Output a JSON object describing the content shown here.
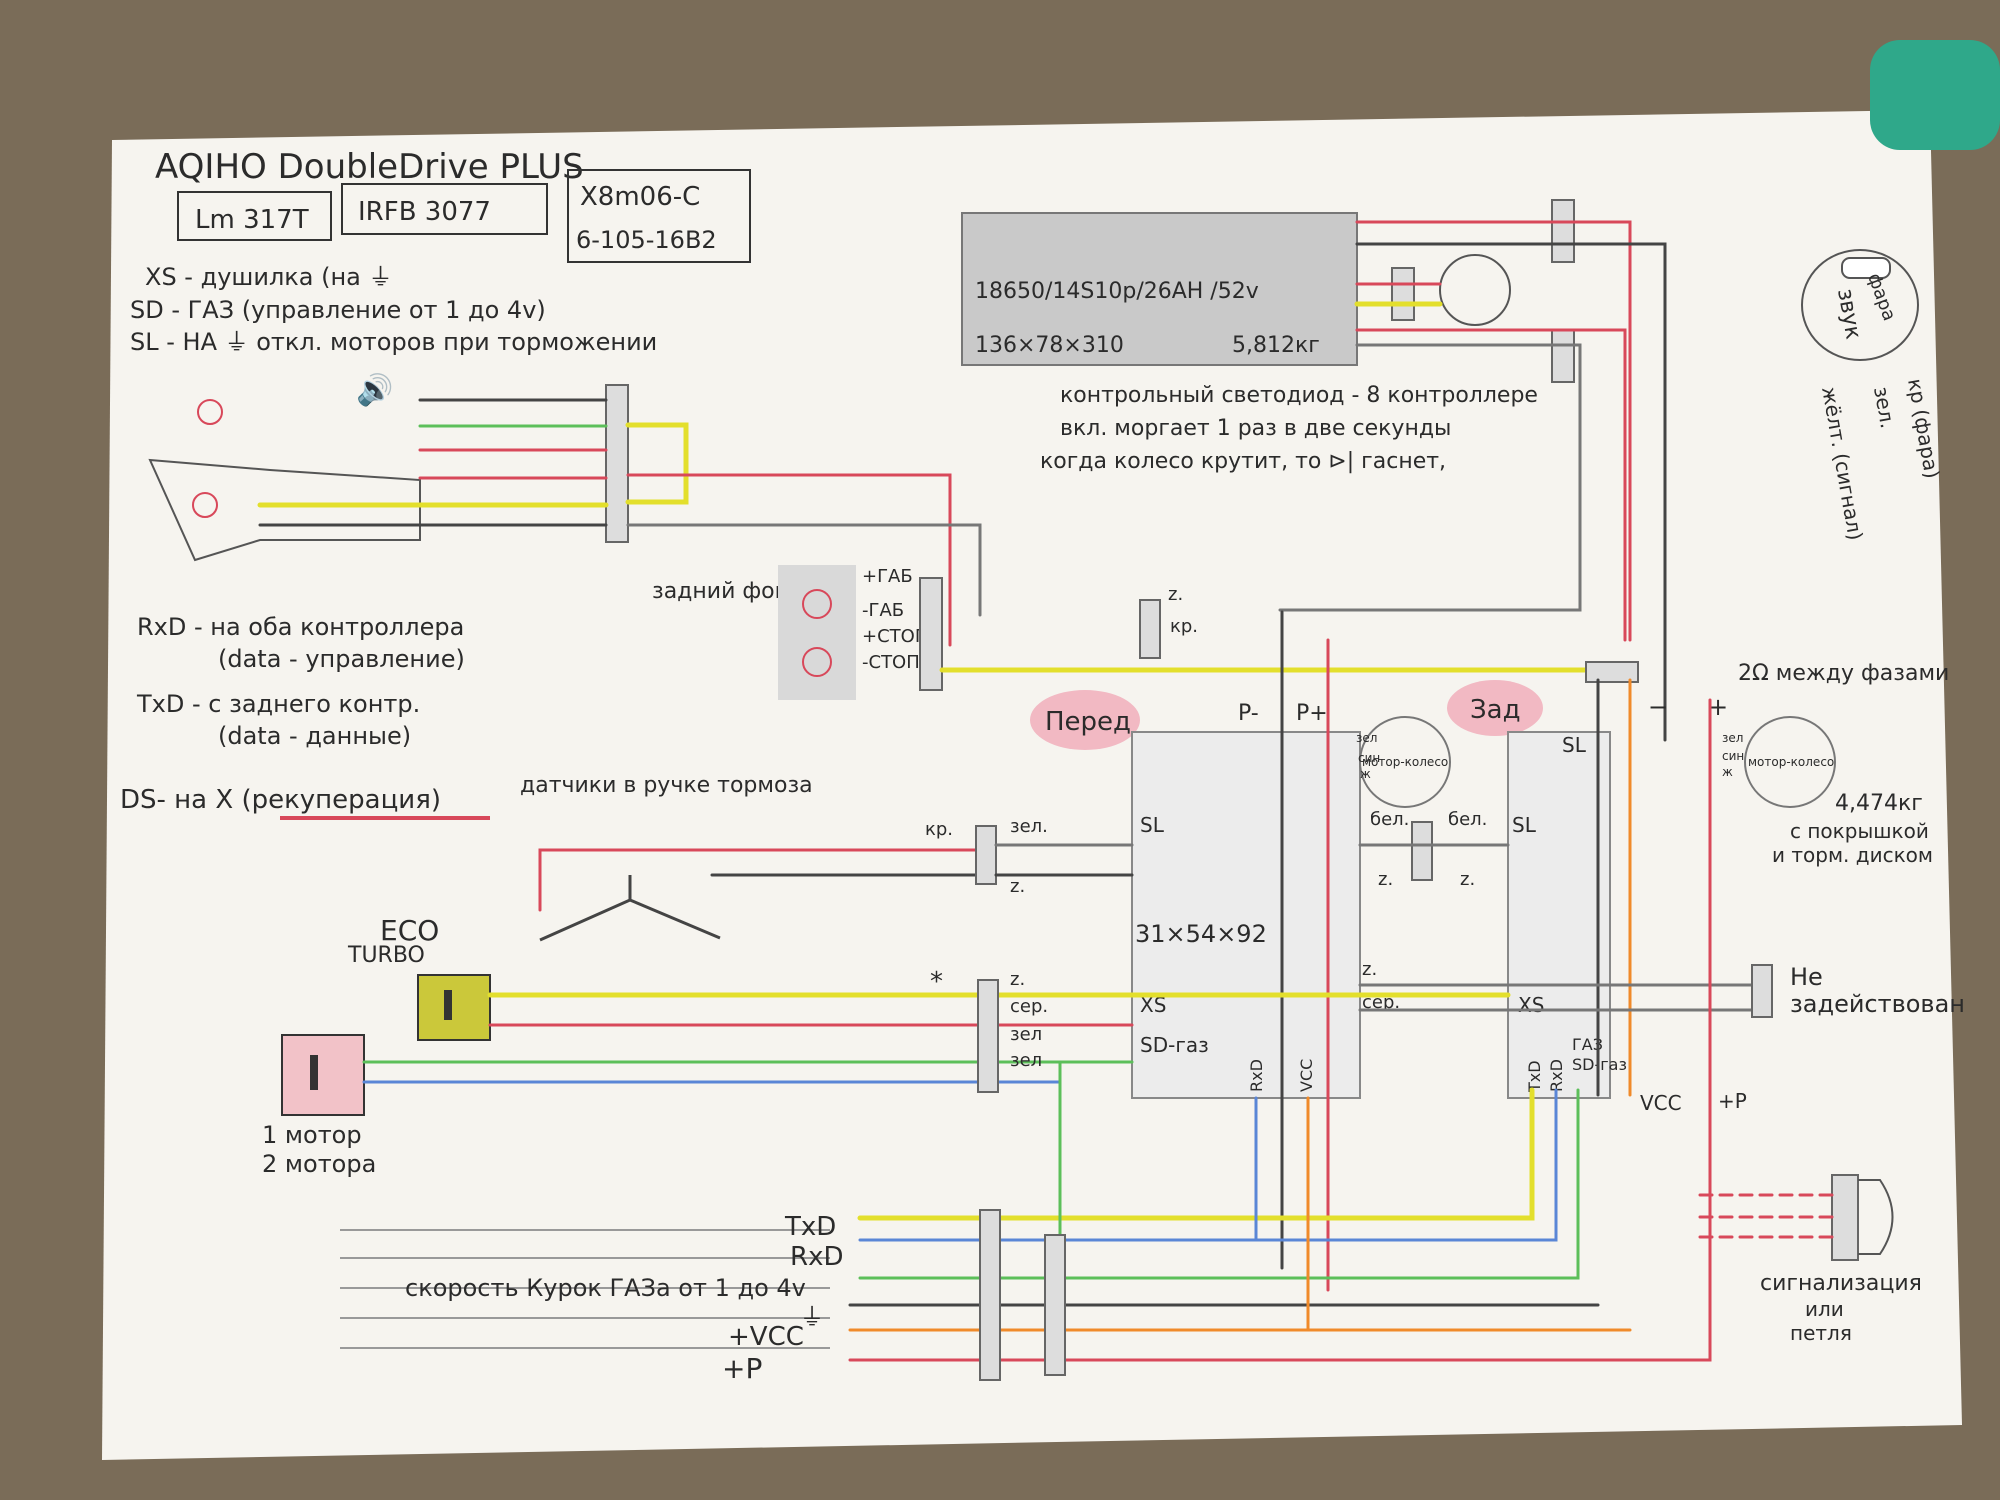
{
  "title": "AQIHO DoubleDrive PLUS",
  "parts": {
    "lm": "Lm 317T",
    "irfb": "IRFB 3077",
    "x8": "X8m06-C",
    "code": "6-105-16B2"
  },
  "legend_top": [
    "XS - душилка (на ⏚",
    "SD - ГАЗ (управление от 1 до 4v)",
    "SL - НА ⏚ откл. моторов при торможении"
  ],
  "battery": {
    "line1": "18650/14S10p/26AH /52v",
    "line2": "136×78×310",
    "weight": "5,812кг"
  },
  "led_note": [
    "контрольный светодиод - 8 контроллере",
    "вкл. моргает 1 раз в две секунды",
    "когда колесо крутит, то ⊳| гаснет,"
  ],
  "rear_light": {
    "label": "задний фонарь",
    "pins": [
      "+ГАБ",
      "-ГАБ",
      "+СТОП",
      "-СТОП"
    ]
  },
  "rx_tx_notes": [
    "RxD - на оба контроллера",
    "(data - управление)",
    "TxD - с заднего контр.",
    "(data - данные)"
  ],
  "ds_note": "DS- на X (рекуперация)",
  "brake_note": "датчики в ручке тормоза",
  "front_label": "Перед",
  "rear_label": "Зад",
  "controller_size": "31×54×92",
  "p_minus": "P-",
  "p_plus": "P+",
  "motor_label": "мотор-колесо",
  "motor_phases": [
    "зел",
    "син",
    "ж"
  ],
  "phase_note": "2Ω между фазами",
  "wheel_weight": [
    "4,474кг",
    "с покрышкой",
    "и торм. диском"
  ],
  "not_used": [
    "Не",
    "задействован"
  ],
  "eco": "ECO",
  "turbo": "TURBO",
  "motors_note": [
    "1 мотор",
    "2 мотора"
  ],
  "signal_note": [
    "сигнализация",
    "или",
    "петля"
  ],
  "horn_labels": [
    "фара",
    "звук",
    "кр (фара)",
    "жёлт. (сигнал)",
    "зел."
  ],
  "wire_labels": {
    "kr": "кр.",
    "zel": "зел.",
    "z": "z.",
    "ser": "сер.",
    "zel2": "зел",
    "zel3": "зел",
    "bel": "бел.",
    "bel2": "бел.",
    "star": "*"
  },
  "ctrl_pins": {
    "sl": "SL",
    "xs": "XS",
    "sd": "SD-газ",
    "rxd": "RxD",
    "vcc": "VCC",
    "txd": "TxD",
    "gaz": "ГАЗ",
    "pplus": "+P"
  },
  "bus_lines": [
    "TxD",
    "RxD",
    "скорость Курок ГАЗа от 1 до 4v",
    "⏚",
    "+VCC",
    "+P"
  ],
  "minus": "−",
  "plus": "+"
}
